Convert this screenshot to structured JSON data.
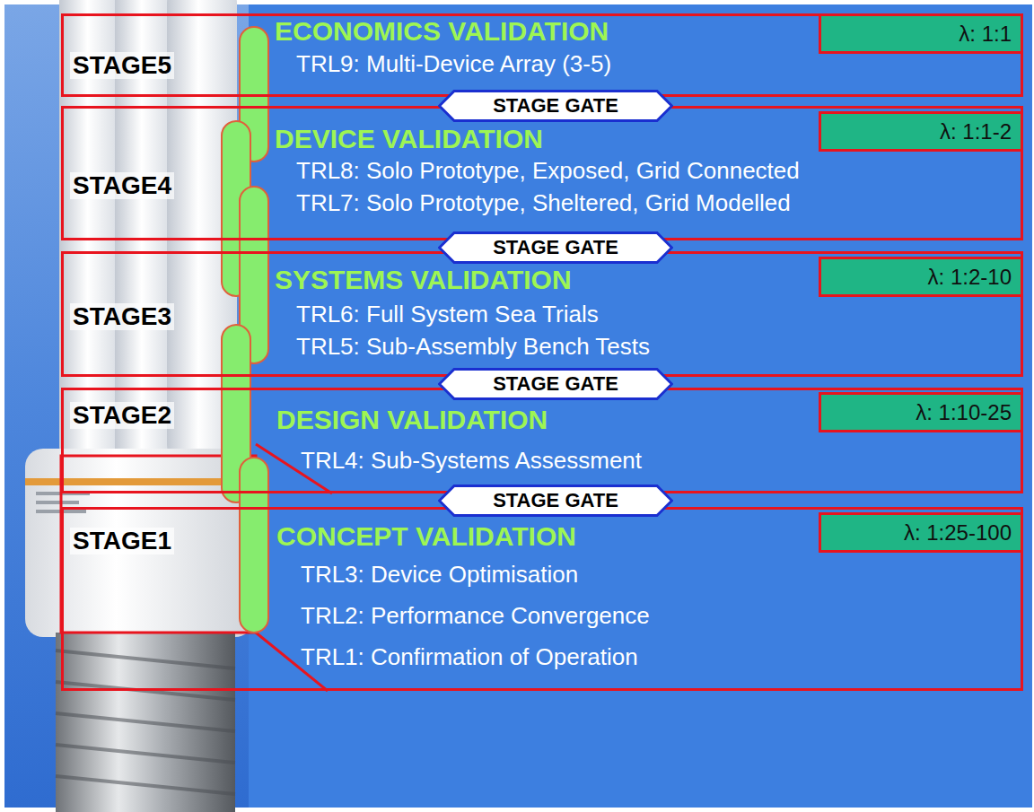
{
  "diagram": {
    "nodes": [
      {
        "text": [
          "STAGE5",
          "ECONOMICS VALIDATION",
          "TRL9: Multi-Device Array (3-5)"
        ]
      },
      {
        "text": [
          "λ: 1:1"
        ],
        "in": 0
      },
      {
        "text": [
          "STAGE GATE"
        ]
      },
      {
        "text": [
          "STAGE4",
          "DEVICE VALIDATION",
          "TRL8: Solo Prototype, Exposed, Grid Connected",
          "TRL7: Solo Prototype, Sheltered, Grid Modelled"
        ]
      },
      {
        "text": [
          "λ: 1:1-2"
        ],
        "in": 3
      },
      {
        "text": [
          "STAGE GATE"
        ]
      },
      {
        "text": [
          "STAGE3",
          "SYSTEMS VALIDATION",
          "TRL6: Full System Sea Trials",
          "TRL5: Sub-Assembly Bench Tests"
        ]
      },
      {
        "text": [
          "λ: 1:2-10"
        ],
        "in": 6
      },
      {
        "text": [
          "STAGE GATE"
        ]
      },
      {
        "text": [
          "STAGE2",
          "DESIGN VALIDATION",
          "TRL4: Sub-Systems Assessment"
        ]
      },
      {
        "text": [
          "λ: 1:10-25"
        ],
        "in": 9
      },
      {
        "text": [
          "STAGE GATE"
        ]
      },
      {
        "text": [
          "STAGE1",
          "CONCEPT VALIDATION",
          "TRL3: Device Optimisation",
          "TRL2: Performance Convergence",
          "TRL1: Confirmation of Operation"
        ]
      },
      {
        "text": [
          "λ: 1:25-100"
        ],
        "in": 12
      }
    ]
  }
}
